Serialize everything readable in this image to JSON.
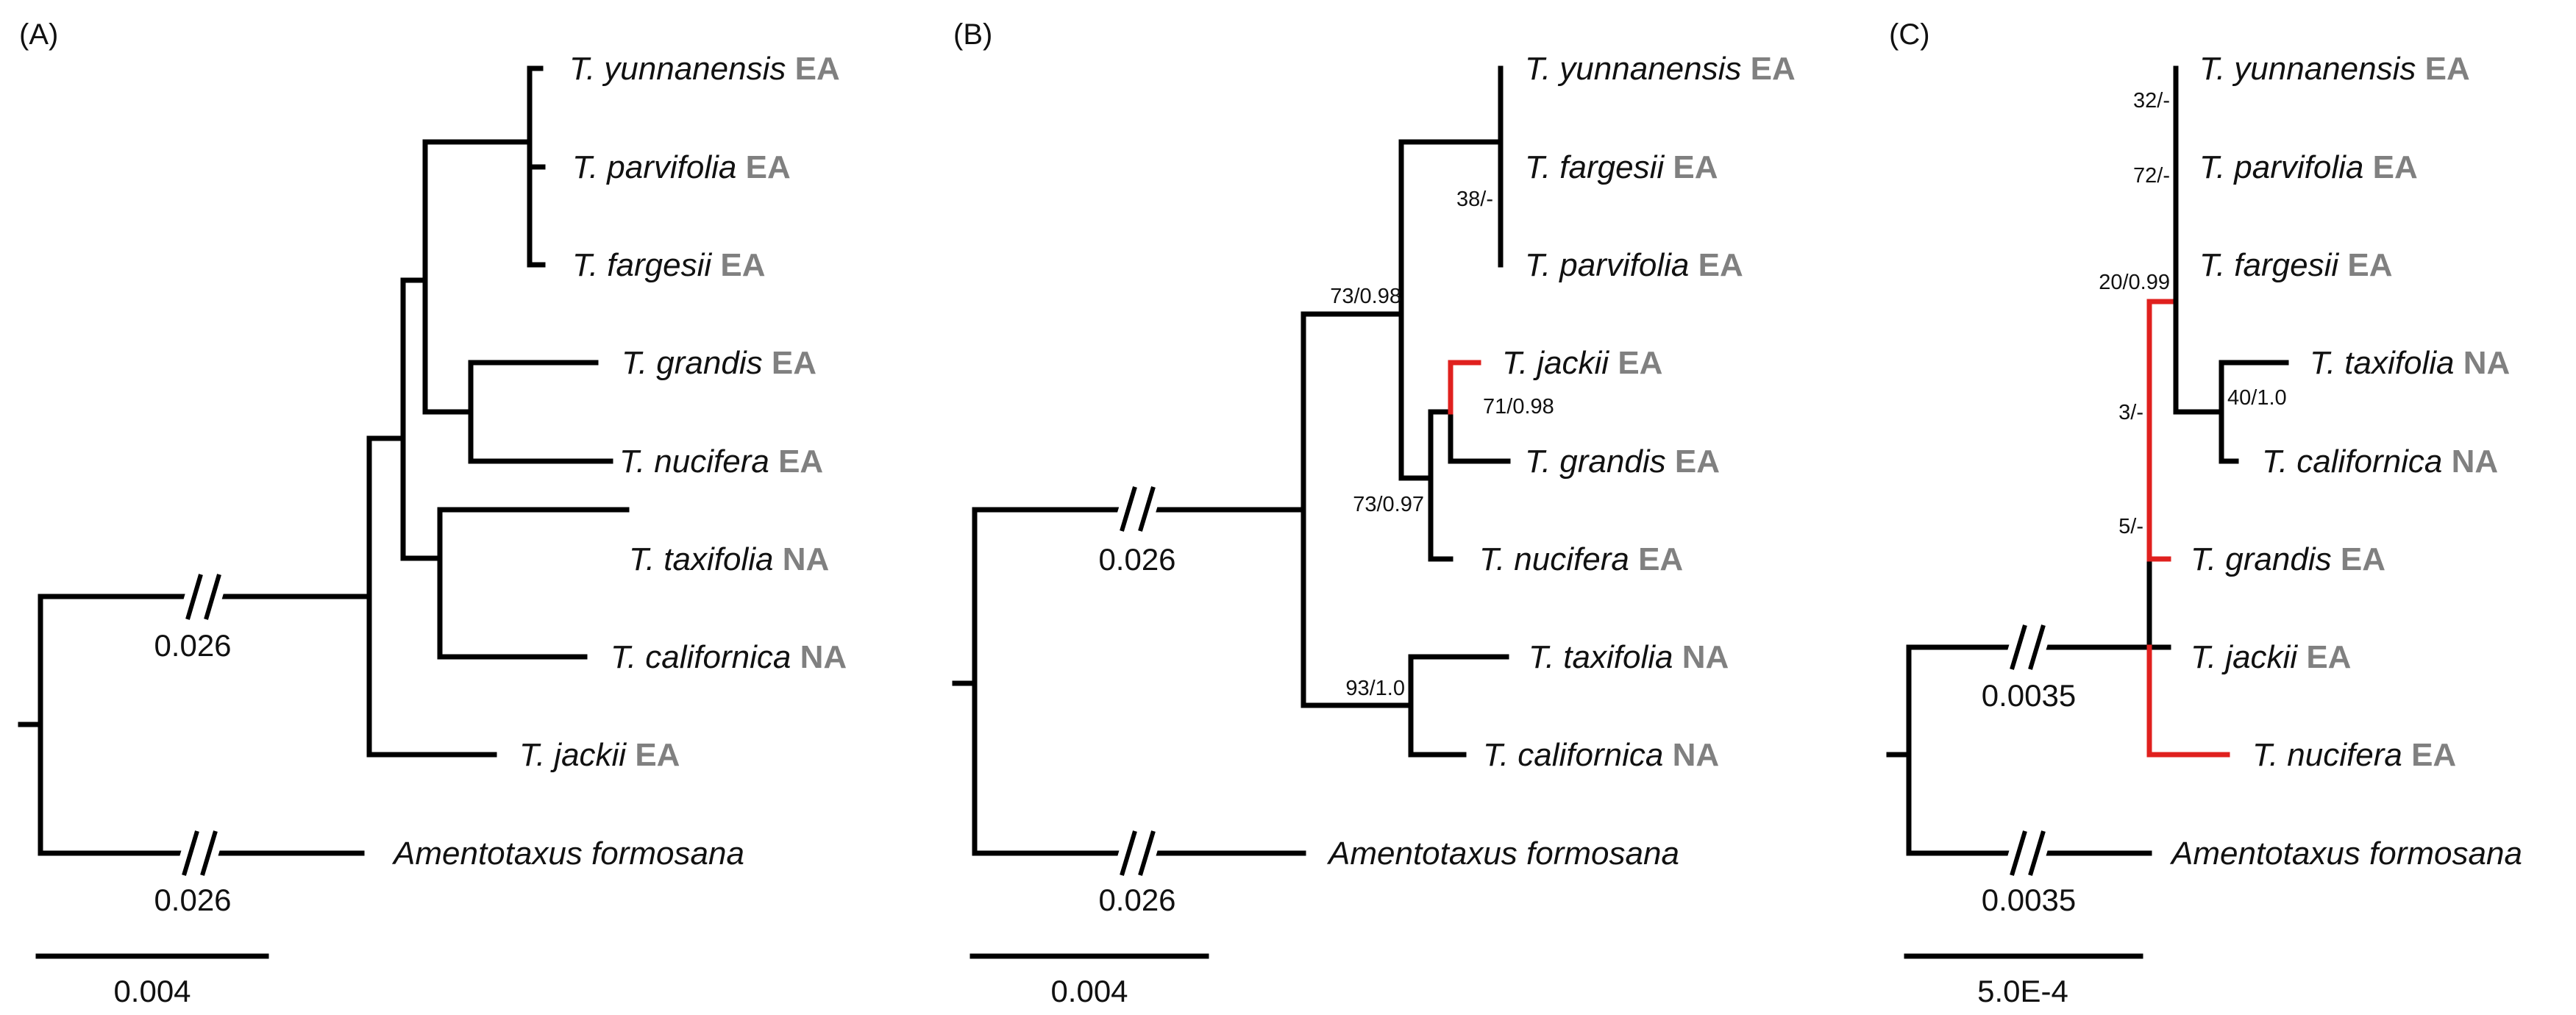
{
  "panels": [
    {
      "id": "A",
      "label": "(A)",
      "taxa": [
        {
          "name": "T. yunnanensis",
          "region": "EA"
        },
        {
          "name": "T. parvifolia",
          "region": "EA"
        },
        {
          "name": "T. fargesii",
          "region": "EA"
        },
        {
          "name": "T. grandis",
          "region": "EA"
        },
        {
          "name": "T. nucifera",
          "region": "EA"
        },
        {
          "name": "T. taxifolia",
          "region": "NA"
        },
        {
          "name": "T. californica",
          "region": "NA"
        },
        {
          "name": "T. jackii",
          "region": "EA"
        },
        {
          "name": "Amentotaxus formosana",
          "region": ""
        }
      ],
      "supports": [],
      "break_labels": [
        "0.026",
        "0.026"
      ],
      "scale_bar": "0.004"
    },
    {
      "id": "B",
      "label": "(B)",
      "taxa": [
        {
          "name": "T. yunnanensis",
          "region": "EA"
        },
        {
          "name": "T. fargesii",
          "region": "EA"
        },
        {
          "name": "T. parvifolia",
          "region": "EA"
        },
        {
          "name": "T. jackii",
          "region": "EA"
        },
        {
          "name": "T. grandis",
          "region": "EA"
        },
        {
          "name": "T. nucifera",
          "region": "EA"
        },
        {
          "name": "T. taxifolia",
          "region": "NA"
        },
        {
          "name": "T. californica",
          "region": "NA"
        },
        {
          "name": "Amentotaxus formosana",
          "region": ""
        }
      ],
      "supports": [
        "38/-",
        "73/0.98",
        "71/0.98",
        "73/0.97",
        "93/1.0"
      ],
      "break_labels": [
        "0.026",
        "0.026"
      ],
      "scale_bar": "0.004"
    },
    {
      "id": "C",
      "label": "(C)",
      "taxa": [
        {
          "name": "T. yunnanensis",
          "region": "EA"
        },
        {
          "name": "T. parvifolia",
          "region": "EA"
        },
        {
          "name": "T. fargesii",
          "region": "EA"
        },
        {
          "name": "T. taxifolia",
          "region": "NA"
        },
        {
          "name": "T. californica",
          "region": "NA"
        },
        {
          "name": "T. grandis",
          "region": "EA"
        },
        {
          "name": "T. jackii",
          "region": "EA"
        },
        {
          "name": "T. nucifera",
          "region": "EA"
        },
        {
          "name": "Amentotaxus formosana",
          "region": ""
        }
      ],
      "supports": [
        "32/-",
        "72/-",
        "20/0.99",
        "40/1.0",
        "3/-",
        "5/-"
      ],
      "break_labels": [
        "0.0035",
        "0.0035"
      ],
      "scale_bar": "5.0E-4"
    }
  ],
  "colors": {
    "branch": "#000000",
    "highlight_branch": "#e0201e",
    "region_text": "#808080"
  }
}
